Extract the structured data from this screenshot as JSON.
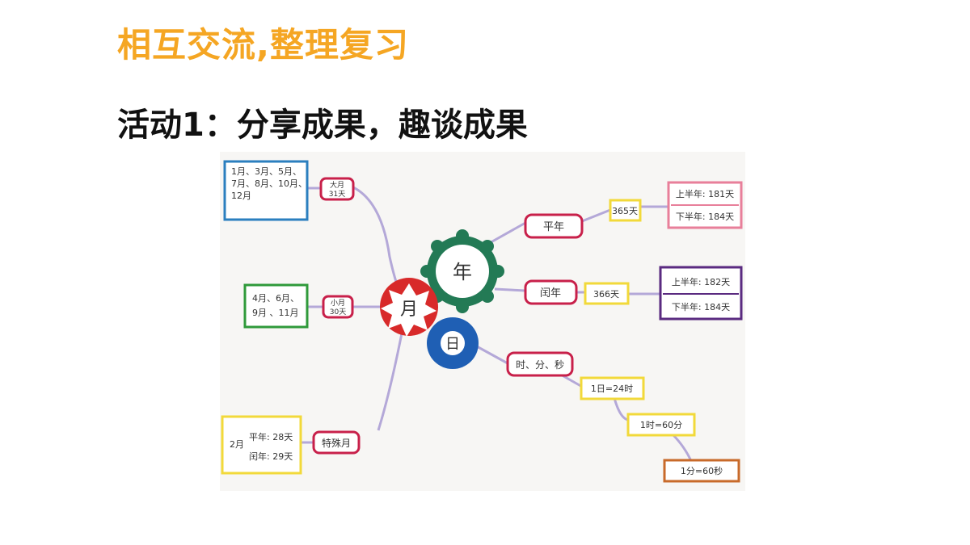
{
  "title": "相互交流,整理复习",
  "subtitle": "活动1：分享成果，趣谈成果",
  "diagram": {
    "colors": {
      "blue": "#2b7fbf",
      "green": "#2f9a3a",
      "yellow": "#f2d93a",
      "crimson": "#c8204a",
      "pink": "#e87f9a",
      "purple": "#5a2a80",
      "orange": "#c86a2a",
      "lavender": "#b4a8d8",
      "nian_green": "#237a55",
      "ri_blue": "#1f5fb4"
    },
    "centers": {
      "nian": "年",
      "yue": "月",
      "ri": "日"
    },
    "yue_branches": {
      "big_month_tag_line1": "大月",
      "big_month_tag_line2": "31天",
      "big_month_list_line1": "1月、3月、5月、",
      "big_month_list_line2": "7月、8月、10月、",
      "big_month_list_line3": "12月",
      "small_month_tag_line1": "小月",
      "small_month_tag_line2": "30天",
      "small_month_list_line1": "4月、6月、",
      "small_month_list_line2": "9月 、11月",
      "special_month_tag": "特殊月",
      "special_month_name": "2月",
      "special_common": "平年: 28天",
      "special_leap": "闰年: 29天"
    },
    "nian_branches": {
      "common_year": "平年",
      "common_days": "365天",
      "common_first_half": "上半年: 181天",
      "common_second_half": "下半年: 184天",
      "leap_year": "闰年",
      "leap_days": "366天",
      "leap_first_half": "上半年: 182天",
      "leap_second_half": "下半年: 184天"
    },
    "ri_branches": {
      "time_units": "时、分、秒",
      "day_hours": "1日=24时",
      "hour_minutes": "1时=60分",
      "minute_seconds": "1分=60秒"
    }
  }
}
